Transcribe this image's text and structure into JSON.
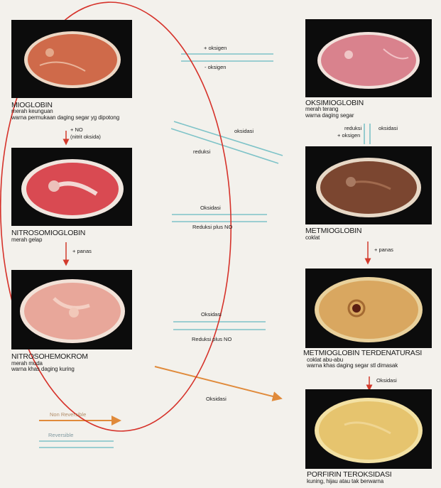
{
  "nodes": {
    "mioglobin": {
      "name": "MIOGLOBIN",
      "desc1": "merah keunguan",
      "desc2": "warna permukaan daging segar yg dipotong"
    },
    "oksimioglobin": {
      "name": "OKSIMIOGLOBIN",
      "desc1": "merah terang",
      "desc2": "warna daging segar"
    },
    "nitrosomioglobin": {
      "name": "NITROSOMIOGLOBIN",
      "desc1": "merah gelap"
    },
    "metmioglobin": {
      "name": "METMIOGLOBIN",
      "desc1": "coklat"
    },
    "nitrosohemokrom": {
      "name": "NITROSOHEMOKROM",
      "desc1": "merah muda",
      "desc2": "warna khas daging kuring"
    },
    "metmioglobin_terdenaturasi": {
      "name": "METMIOGLOBIN TERDENATURASI",
      "desc1": "coklat abu-abu",
      "desc2": "warna khas daging segar stl dimasak"
    },
    "porfirin_teroksidasi": {
      "name": "PORFIRIN TEROKSIDASI",
      "desc1": "kuning, hijau atau tak berwarna"
    }
  },
  "edges": {
    "plus_oksigen": "+ oksigen",
    "minus_oksigen": "- oksigen",
    "plus_no": "+ NO",
    "nitrit_oksida": "(nitrit oksida)",
    "oksidasi_diag": "oksidasi",
    "reduksi_diag": "reduksi",
    "reduksi_right": "reduksi",
    "plus_oksigen_right": "+ oksigen",
    "oksidasi_right": "oksidasi",
    "oksidasi_mid1": "Oksidasi",
    "reduksi_plus_no_1": "Reduksi plus NO",
    "plus_panes_left": "+ panas",
    "plus_panes_right": "+ panas",
    "oksidasi_mid2": "Oksidasi",
    "reduksi_plus_no_2": "Reduksi plus NO",
    "oksidasi_right2": "Oksidasi",
    "oksidasi_bottom": "Oksidasi"
  },
  "legend": {
    "non_reversible": "Non Reversible",
    "reversible": "Reversible"
  },
  "colors": {
    "background": "#f3f1ec",
    "red_arrow": "#d23a2c",
    "teal_arrow": "#7ec3c8",
    "orange_arrow": "#e69a4a",
    "ellipse": "#d6322a"
  }
}
